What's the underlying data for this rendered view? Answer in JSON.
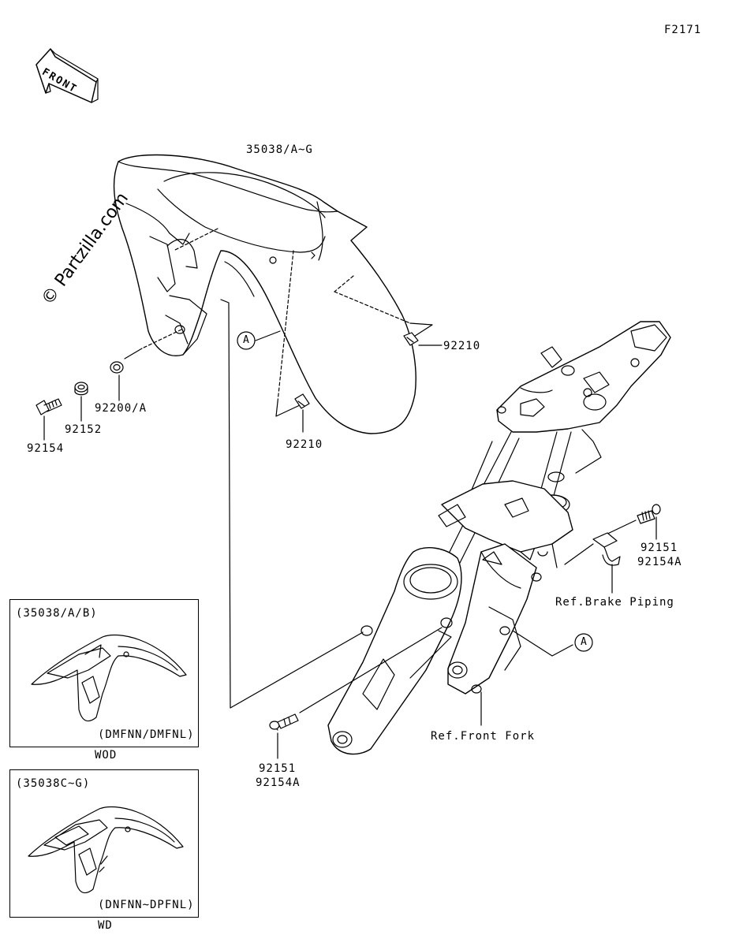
{
  "diagram": {
    "code": "F2171",
    "front_arrow_text": "FRONT",
    "watermark": "© Partzilla.com",
    "colors": {
      "line": "#000000",
      "background": "#ffffff",
      "fill": "#ffffff"
    },
    "part_numbers": {
      "fender": "35038/A~G",
      "clip_upper": "92210",
      "clip_lower": "92210",
      "washer": "92200/A",
      "collar": "92152",
      "bolt_left": "92154",
      "bolt_right_a": "92151",
      "bolt_right_b": "92154A",
      "bolt_bottom_a": "92151",
      "bolt_bottom_b": "92154A"
    },
    "references": {
      "brake_piping": "Ref.Brake Piping",
      "front_fork": "Ref.Front Fork"
    },
    "callout_marker": "A",
    "inset_1": {
      "title": "(35038/A/B)",
      "model": "(DMFNN/DMFNL)",
      "caption": "WOD"
    },
    "inset_2": {
      "title": "(35038C~G)",
      "model": "(DNFNN~DPFNL)",
      "caption": "WD"
    }
  }
}
